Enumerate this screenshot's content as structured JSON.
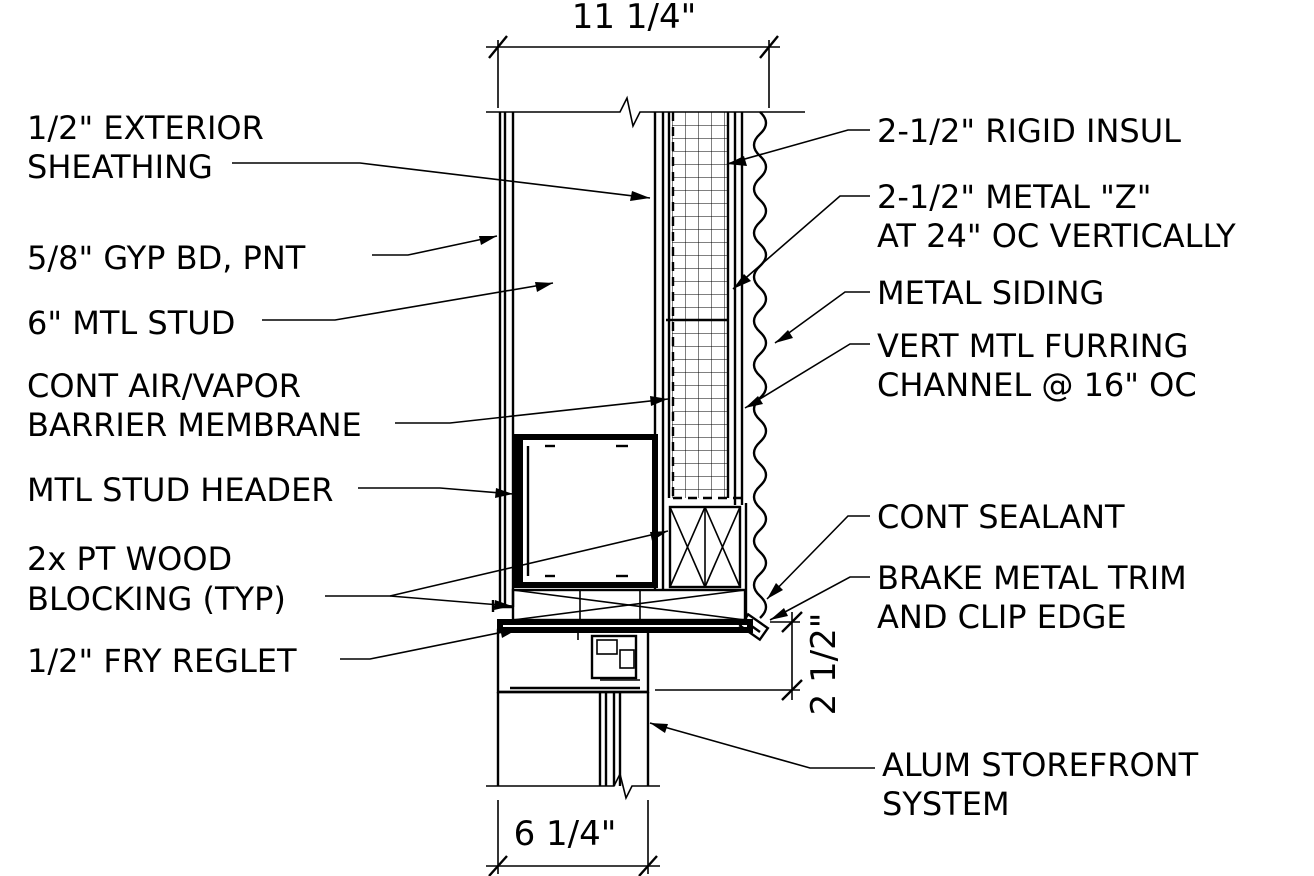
{
  "dimensions": {
    "top": "11 1/4\"",
    "bottom": "6 1/4\"",
    "right": "2 1/2\""
  },
  "labels_left": {
    "exterior_sheathing_1": "1/2\" EXTERIOR",
    "exterior_sheathing_2": "SHEATHING",
    "gyp_bd": "5/8\" GYP BD, PNT",
    "mtl_stud": "6\" MTL STUD",
    "air_vapor_1": "CONT AIR/VAPOR",
    "air_vapor_2": "BARRIER MEMBRANE",
    "stud_header": "MTL STUD HEADER",
    "wood_blocking_1": "2x PT WOOD",
    "wood_blocking_2": "BLOCKING (TYP)",
    "fry_reglet": "1/2\" FRY REGLET"
  },
  "labels_right": {
    "rigid_insul": "2-1/2\" RIGID INSUL",
    "metal_z_1": "2-1/2\" METAL \"Z\"",
    "metal_z_2": "AT 24\" OC VERTICALLY",
    "metal_siding": "METAL SIDING",
    "furring_1": "VERT MTL FURRING",
    "furring_2": "CHANNEL @ 16\" OC",
    "cont_sealant": "CONT SEALANT",
    "brake_trim_1": "BRAKE METAL TRIM",
    "brake_trim_2": "AND CLIP EDGE",
    "storefront_1": "ALUM STOREFRONT",
    "storefront_2": "SYSTEM"
  },
  "colors": {
    "line": "#000000",
    "background": "#ffffff"
  }
}
